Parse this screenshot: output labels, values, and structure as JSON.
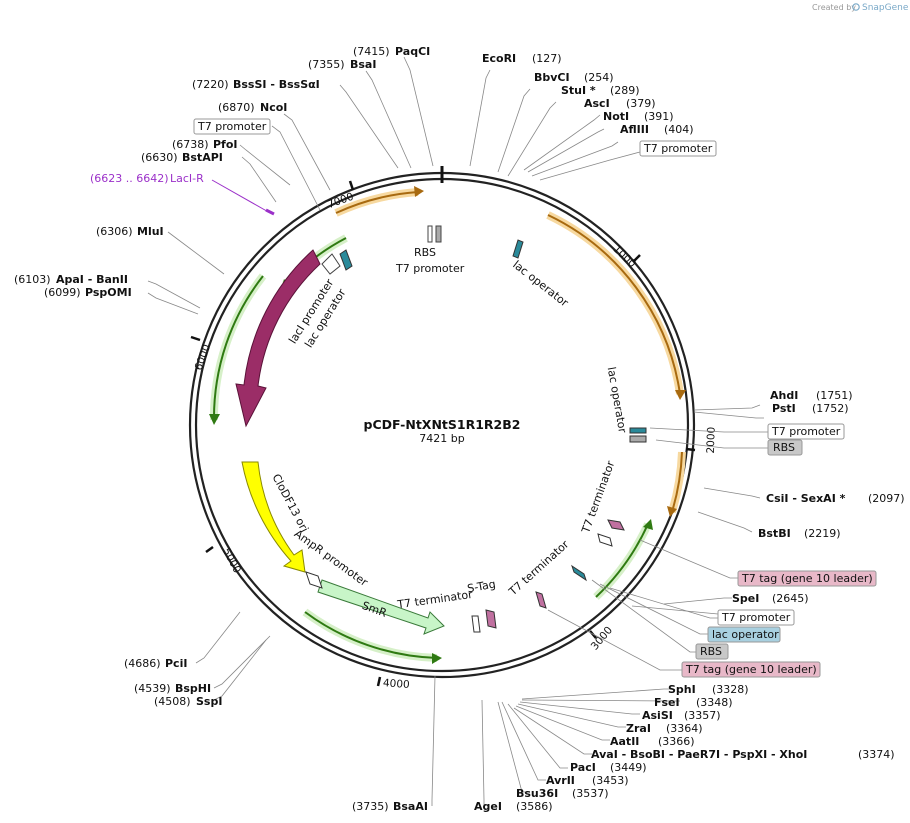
{
  "header": {
    "created_by": "Created by",
    "brand": "SnapGene"
  },
  "plasmid": {
    "name": "pCDF-NtXNtS1R1R2B2",
    "size_label": "7421 bp"
  },
  "ticks": [
    {
      "label": "1000"
    },
    {
      "label": "2000"
    },
    {
      "label": "3000"
    },
    {
      "label": "4000"
    },
    {
      "label": "5000"
    },
    {
      "label": "6000"
    },
    {
      "label": "7000"
    }
  ],
  "sites": [
    {
      "pos": "(7415)",
      "name": "PaqCI"
    },
    {
      "pos": "(7355)",
      "name": "BsaI"
    },
    {
      "pos": "(7220)",
      "name": "BssSI  - BssSαI"
    },
    {
      "pos": "(6870)",
      "name": "NcoI"
    },
    {
      "pos": "(6738)",
      "name": "PfoI"
    },
    {
      "pos": "(6630)",
      "name": "BstAPI"
    },
    {
      "pos": "(6306)",
      "name": "MluI"
    },
    {
      "pos": "(6103)",
      "name": "ApaI  - BanII"
    },
    {
      "pos": "(6099)",
      "name": "PspOMI"
    },
    {
      "pos": "(127)",
      "name": "EcoRI"
    },
    {
      "pos": "(254)",
      "name": "BbvCI"
    },
    {
      "pos": "(289)",
      "name": "StuI *"
    },
    {
      "pos": "(379)",
      "name": "AscI"
    },
    {
      "pos": "(391)",
      "name": "NotI"
    },
    {
      "pos": "(404)",
      "name": "AflIII"
    },
    {
      "pos": "(1751)",
      "name": "AhdI"
    },
    {
      "pos": "(1752)",
      "name": "PstI"
    },
    {
      "pos": "(2097)",
      "name": "CsiI  - SexAI *"
    },
    {
      "pos": "(2219)",
      "name": "BstBI"
    },
    {
      "pos": "(2645)",
      "name": "SpeI"
    },
    {
      "pos": "(3328)",
      "name": "SphI"
    },
    {
      "pos": "(3348)",
      "name": "FseI"
    },
    {
      "pos": "(3357)",
      "name": "AsiSI"
    },
    {
      "pos": "(3364)",
      "name": "ZraI"
    },
    {
      "pos": "(3366)",
      "name": "AatII"
    },
    {
      "pos": "(3374)",
      "name": "AvaI  - BsoBI  - PaeR7I  - PspXI  - XhoI"
    },
    {
      "pos": "(3449)",
      "name": "PacI"
    },
    {
      "pos": "(3453)",
      "name": "AvrII"
    },
    {
      "pos": "(3537)",
      "name": "Bsu36I"
    },
    {
      "pos": "(3586)",
      "name": "AgeI"
    },
    {
      "pos": "(3735)",
      "name": "BsaAI"
    },
    {
      "pos": "(4508)",
      "name": "SspI"
    },
    {
      "pos": "(4539)",
      "name": "BspHI"
    },
    {
      "pos": "(4686)",
      "name": "PciI"
    }
  ],
  "primer": {
    "range": "(6623 .. 6642)",
    "name": "LacI-R"
  },
  "boxed_labels": [
    {
      "text": "T7 promoter"
    },
    {
      "text": "T7 promoter"
    },
    {
      "text": "T7 promoter"
    },
    {
      "text": "RBS"
    },
    {
      "text": "T7 tag (gene 10 leader)"
    },
    {
      "text": "T7 promoter"
    },
    {
      "text": "lac operator"
    },
    {
      "text": "RBS"
    },
    {
      "text": "T7 tag (gene 10 leader)"
    }
  ],
  "features": {
    "laci": "lacI",
    "smr": "SmR",
    "ori": "CloDF13 ori",
    "ampr_promoter": "AmpR promoter",
    "laci_promoter": "lacI promoter",
    "lac_operator": "lac operator",
    "t7_promoter": "T7 promoter",
    "rbs": "RBS",
    "t7_terminator": "T7 terminator",
    "s_tag": "S-Tag"
  },
  "colors": {
    "backbone": "#222222",
    "orf_orange": "#f0a830",
    "orf_green": "#3a9a1a",
    "laci": "#9b2d67",
    "smr": "#c8f5c8",
    "ori": "#ffff00",
    "primer": "#9b30c9",
    "tag_box": "#e8b8c8",
    "operator_box": "#a8d0e0",
    "rbs_box": "#c8c8c8"
  }
}
